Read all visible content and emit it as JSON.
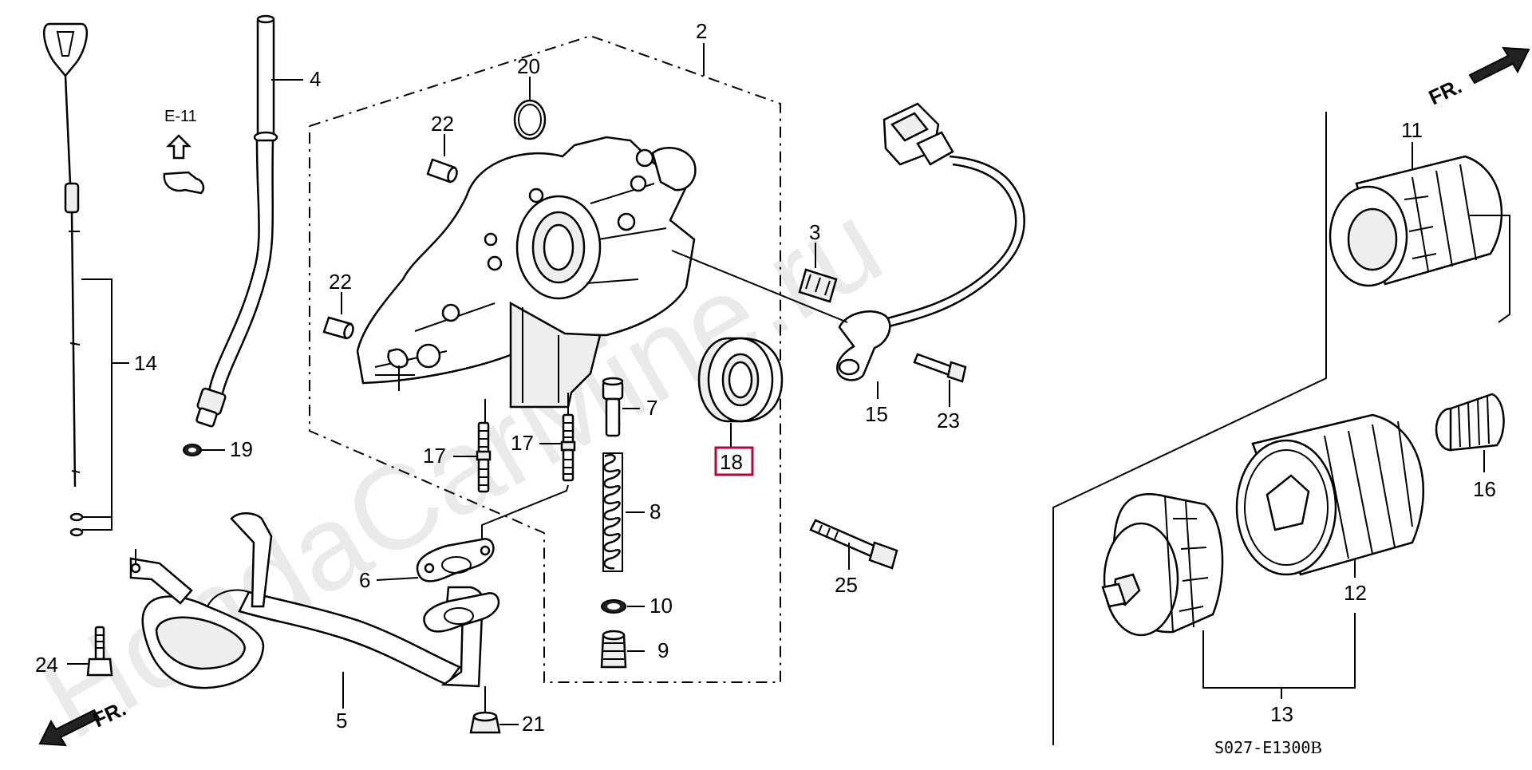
{
  "diagram": {
    "watermark": "HondaCarMine.ru",
    "drawing_code": "S027-E1300",
    "drawing_code_suffix": "B",
    "ref_label": "E-11",
    "front_label": "FR.",
    "highlighted_part": "18"
  },
  "callouts": [
    {
      "id": "2",
      "label": "2"
    },
    {
      "id": "3",
      "label": "3"
    },
    {
      "id": "4",
      "label": "4"
    },
    {
      "id": "5",
      "label": "5"
    },
    {
      "id": "6",
      "label": "6"
    },
    {
      "id": "7",
      "label": "7"
    },
    {
      "id": "8",
      "label": "8"
    },
    {
      "id": "9",
      "label": "9"
    },
    {
      "id": "10",
      "label": "10"
    },
    {
      "id": "11",
      "label": "11"
    },
    {
      "id": "12",
      "label": "12"
    },
    {
      "id": "13",
      "label": "13"
    },
    {
      "id": "14",
      "label": "14"
    },
    {
      "id": "15",
      "label": "15"
    },
    {
      "id": "16",
      "label": "16"
    },
    {
      "id": "17a",
      "label": "17"
    },
    {
      "id": "17b",
      "label": "17"
    },
    {
      "id": "18",
      "label": "18"
    },
    {
      "id": "19",
      "label": "19"
    },
    {
      "id": "20",
      "label": "20"
    },
    {
      "id": "21",
      "label": "21"
    },
    {
      "id": "22a",
      "label": "22"
    },
    {
      "id": "22b",
      "label": "22"
    },
    {
      "id": "23",
      "label": "23"
    },
    {
      "id": "24",
      "label": "24"
    },
    {
      "id": "25",
      "label": "25"
    }
  ]
}
